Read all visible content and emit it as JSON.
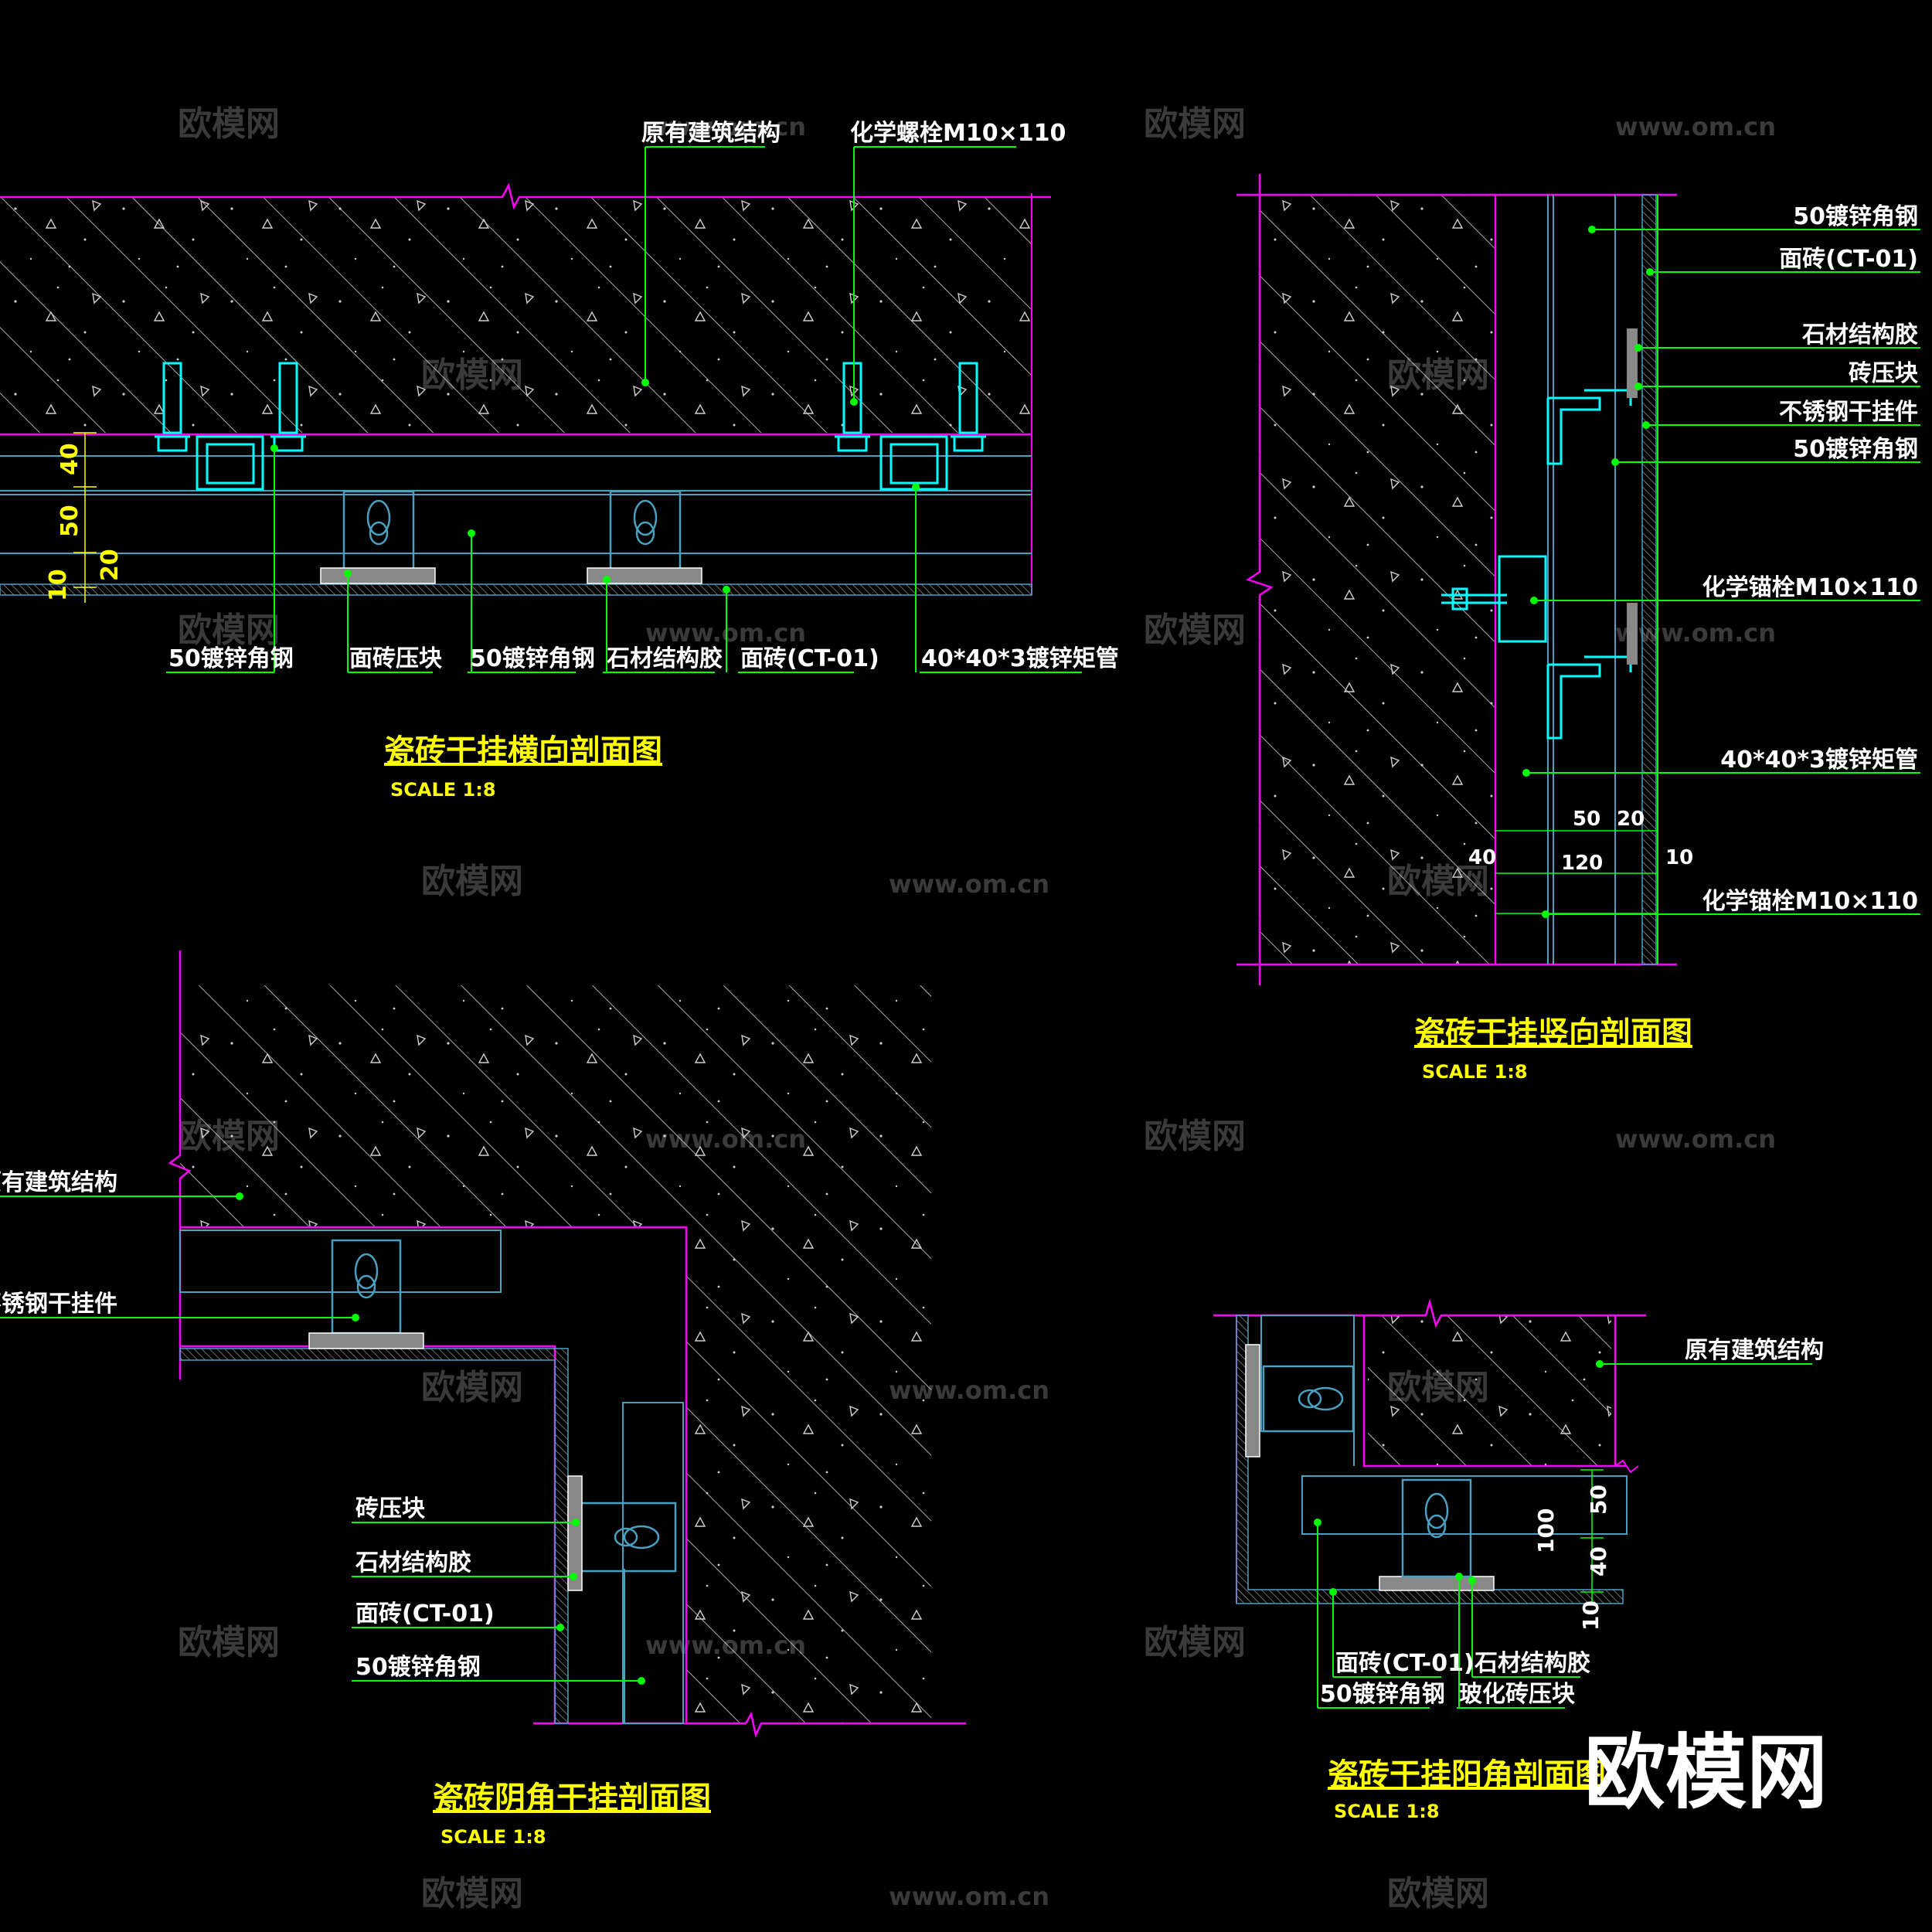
{
  "watermark": {
    "brand_cn": "欧模网",
    "brand_url": "www.om.cn",
    "logo_text": "欧模网"
  },
  "colors": {
    "background": "#000000",
    "boundary": "#ff00ff",
    "hatch": "#ffffff",
    "steel": "#00ffff",
    "tile": "#4aa0c0",
    "leader": "#00ff00",
    "label": "#ffffff",
    "title": "#ffff00",
    "dimension": "#ffff00"
  },
  "views": {
    "horizontal": {
      "title": "瓷砖干挂横向剖面图",
      "scale": "SCALE 1:8",
      "labels": {
        "structure": "原有建筑结构",
        "chem_bolt": "化学螺栓M10×110",
        "angle_steel": "50镀锌角钢",
        "pressure_block": "面砖压块",
        "angle_steel2": "50镀锌角钢",
        "stone_glue": "石材结构胶",
        "tile": "面砖(CT-01)",
        "square_tube": "40*40*3镀锌矩管"
      },
      "dims": {
        "d40": "40",
        "d50": "50",
        "d20": "20",
        "d10": "10"
      }
    },
    "vertical": {
      "title": "瓷砖干挂竖向剖面图",
      "scale": "SCALE 1:8",
      "labels": {
        "angle_steel_top": "50镀锌角钢",
        "tile": "面砖(CT-01)",
        "stone_glue": "石材结构胶",
        "pressure_block": "砖压块",
        "ss_hanger": "不锈钢干挂件",
        "angle_steel": "50镀锌角钢",
        "chem_bolt": "化学锚栓M10×110",
        "square_tube": "40*40*3镀锌矩管",
        "chem_bolt2": "化学锚栓M10×110"
      },
      "dims": {
        "d50": "50",
        "d20": "20",
        "d40": "40",
        "d120": "120",
        "d10": "10"
      }
    },
    "inner_corner": {
      "title": "瓷砖阴角干挂剖面图",
      "scale": "SCALE 1:8",
      "labels": {
        "structure": "原有建筑结构",
        "ss_hanger": "不锈钢干挂件",
        "pressure_block": "砖压块",
        "stone_glue": "石材结构胶",
        "tile": "面砖(CT-01)",
        "angle_steel": "50镀锌角钢"
      }
    },
    "outer_corner": {
      "title": "瓷砖干挂阳角剖面图",
      "scale": "SCALE 1:8",
      "labels": {
        "structure": "原有建筑结构",
        "tile": "面砖(CT-01)",
        "stone_glue": "石材结构胶",
        "angle_steel": "50镀锌角钢",
        "pressure_block": "玻化砖压块"
      },
      "dims": {
        "d50": "50",
        "d100": "100",
        "d40": "40",
        "d10": "10"
      }
    }
  }
}
